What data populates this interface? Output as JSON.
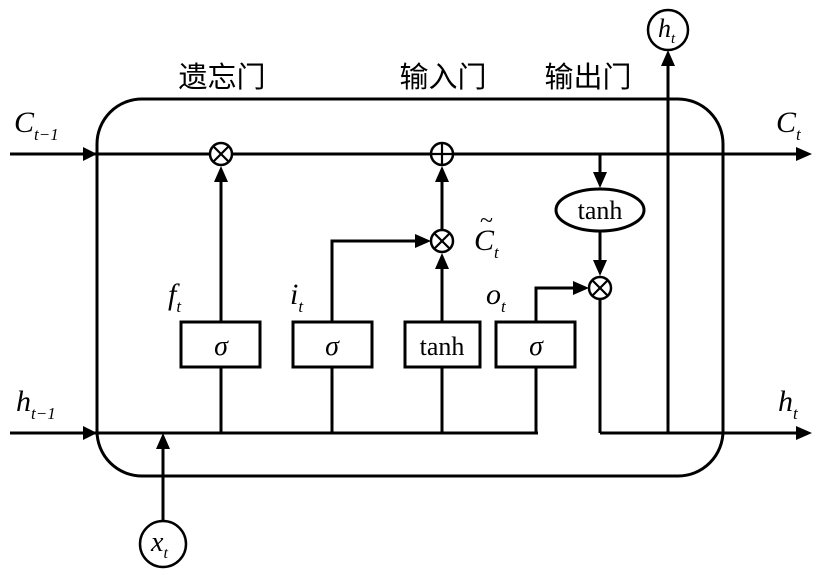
{
  "gates": {
    "forget": "遗忘门",
    "input": "输入门",
    "output": "输出门"
  },
  "inputs": {
    "c_prev": {
      "main": "C",
      "sub": "t−1"
    },
    "h_prev": {
      "main": "h",
      "sub": "t−1"
    },
    "x": {
      "main": "x",
      "sub": "t"
    }
  },
  "outputs": {
    "c": {
      "main": "C",
      "sub": "t"
    },
    "h_right": {
      "main": "h",
      "sub": "t"
    },
    "h_top": {
      "main": "h",
      "sub": "t"
    }
  },
  "gate_signals": {
    "f": {
      "main": "f",
      "sub": "t"
    },
    "i": {
      "main": "i",
      "sub": "t"
    },
    "o": {
      "main": "o",
      "sub": "t"
    },
    "c_tilde": {
      "tilde": "~",
      "main": "C",
      "sub": "t"
    }
  },
  "blocks": {
    "sigma_forget": "σ",
    "sigma_input": "σ",
    "tanh_candidate": "tanh",
    "sigma_output": "σ",
    "tanh_cell": "tanh"
  }
}
